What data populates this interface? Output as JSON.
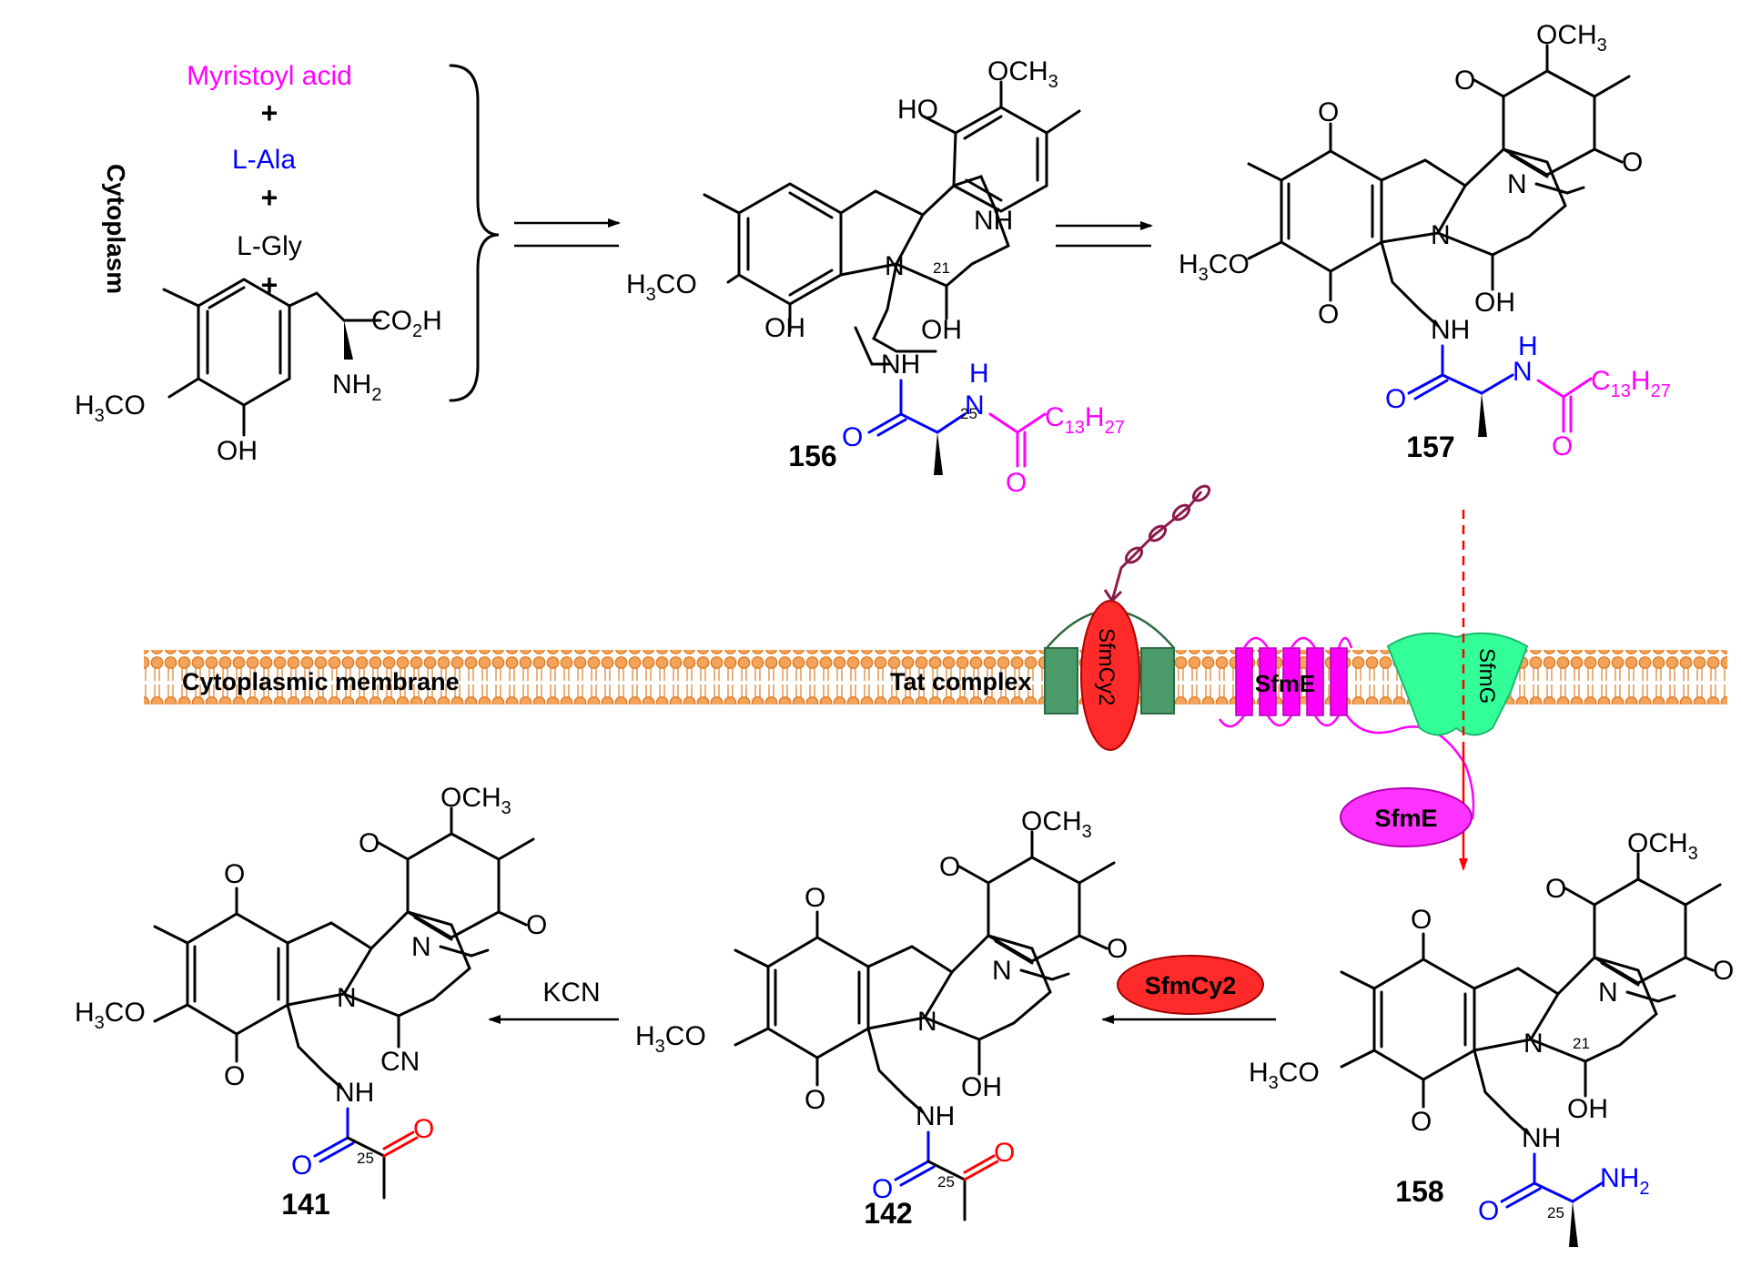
{
  "compartment_label": "Cytoplasm",
  "membrane_label": "Cytoplasmic membrane",
  "tat_label": "Tat complex",
  "precursors": {
    "myristoyl": "Myristoyl acid",
    "plus": "+",
    "ala": "L-Ala",
    "gly": "L-Gly"
  },
  "atoms": {
    "och3": "OCH",
    "h3co": "H",
    "oh": "OH",
    "ho": "HO",
    "o": "O",
    "n": "N",
    "nh": "NH",
    "nh2": "NH",
    "co2h": "CO",
    "cn": "CN",
    "c13h27": "C",
    "h": "H"
  },
  "compounds": {
    "c156": "156",
    "c157": "157",
    "c158": "158",
    "c142": "142",
    "c141": "141"
  },
  "position_labels": {
    "p21": "21",
    "p25": "25"
  },
  "enzymes": {
    "sfmcy2": "SfmCy2",
    "sfme": "SfmE",
    "sfmg": "SfmG"
  },
  "reagent": "KCN",
  "colors": {
    "membrane": "#f4a35a",
    "membrane_edge": "#e07a20",
    "tat": "#4a9a6a",
    "sfmcy2": "#ff2a2a",
    "sfme": "#ff00ff",
    "sfmg": "#33ff99",
    "arrow_red": "#ff0000",
    "blue": "#0000ff",
    "magenta": "#ff00ff"
  }
}
